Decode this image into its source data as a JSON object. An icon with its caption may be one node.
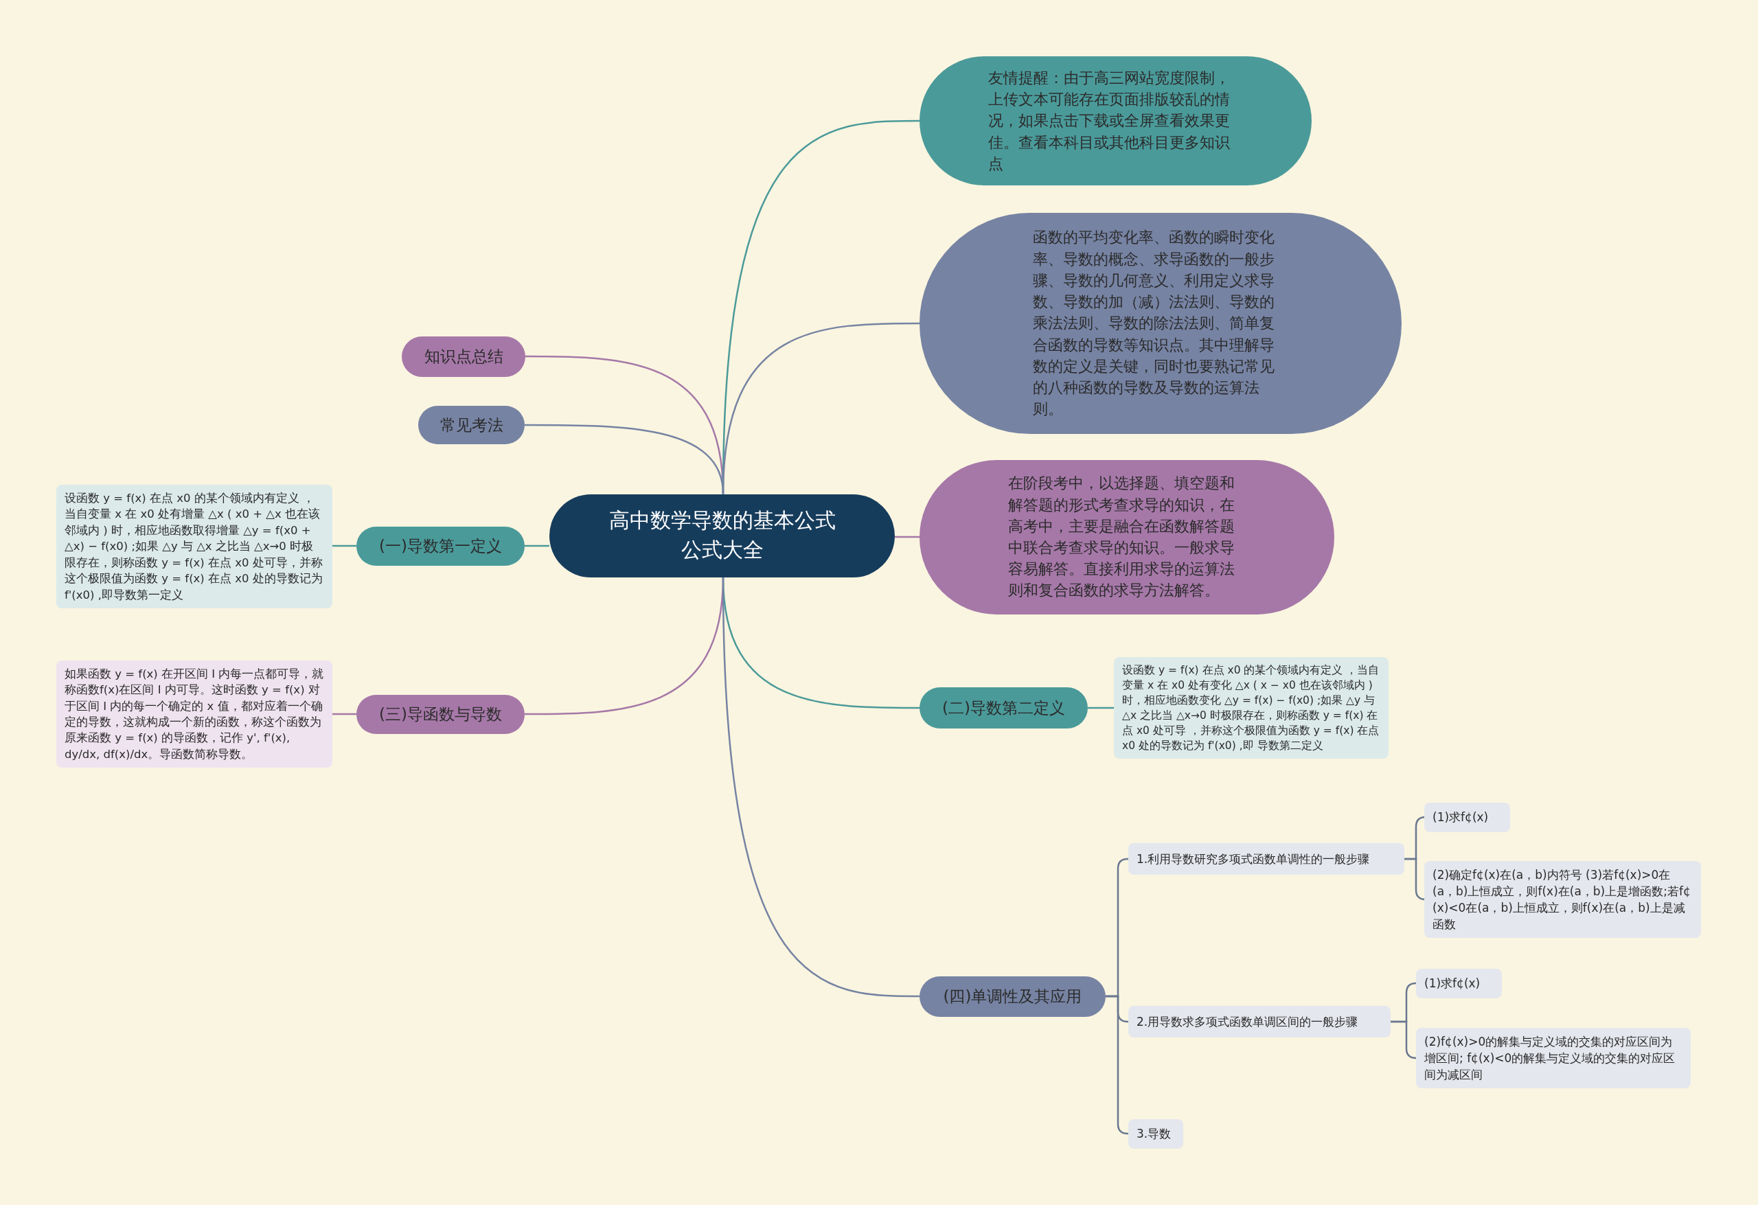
{
  "diagram": {
    "nodes": [
      {
        "text": [
          "高中数学导数的基本公式公式大全"
        ]
      },
      {
        "text": [
          "知识点总结"
        ]
      },
      {
        "text": [
          "常见考法"
        ]
      },
      {
        "text": [
          "(一)导数第一定义"
        ]
      },
      {
        "text": [
          "设函数 y = f(x) 在点 x0 的某个领域内有定义 ，当自变量 x 在 x0 处有增量 △x ( x0 + △x 也在该邻域内 ) 时，相应地函数取得增量 △y = f(x0 + △x) − f(x0) ;如果 △y 与 △x 之比当 △x→0 时极限存在，则称函数 y = f(x) 在点 x0 处可导，并称这个极限值为函数 y = f(x) 在点 x0 处的导数记为 f'(x0) ,即导数第一定义"
        ]
      },
      {
        "text": [
          "(三)导函数与导数"
        ]
      },
      {
        "text": [
          "如果函数 y = f(x) 在开区间 I 内每一点都可导，就称函数f(x)在区间 I 内可导。这时函数 y = f(x) 对于区间 I 内的每一个确定的 x 值，都对应着一个确定的导数，这就构成一个新的函数，称这个函数为原来函数 y = f(x) 的导函数，记作 y', f'(x), dy/dx, df(x)/dx。导函数简称导数。"
        ]
      },
      {
        "text": [
          "友情提醒：由于高三网站宽度限制，上传文本可能存在页面排版较乱的情况，如果点击下载或全屏查看效果更佳。查看本科目或其他科目更多知识点"
        ]
      },
      {
        "text": [
          "函数的平均变化率、函数的瞬时变化率、导数的概念、求导函数的一般步骤、导数的几何意义、利用定义求导数、导数的加（减）法法则、导数的乘法法则、导数的除法法则、简单复合函数的导数等知识点。其中理解导数的定义是关键，同时也要熟记常见的八种函数的导数及导数的运算法则。"
        ]
      },
      {
        "text": [
          "在阶段考中，以选择题、填空题和解答题的形式考查求导的知识，在高考中，主要是融合在函数解答题中联合考查求导的知识。一般求导容易解答。直接利用求导的运算法则和复合函数的求导方法解答。"
        ]
      },
      {
        "text": [
          "(二)导数第二定义"
        ]
      },
      {
        "text": [
          "设函数 y = f(x) 在点 x0 的某个领域内有定义 ，当自变量 x 在 x0 处有变化 △x ( x − x0 也在该邻域内 ) 时，相应地函数变化 △y = f(x) − f(x0) ;如果 △y 与 △x 之比当 △x→0 时极限存在，则称函数 y = f(x) 在点 x0 处可导 ，并称这个极限值为函数 y = f(x) 在点 x0 处的导数记为 f'(x0) ,即 导数第二定义"
        ]
      },
      {
        "text": [
          "(四)单调性及其应用"
        ]
      },
      {
        "text": [
          "1.利用导数研究多项式函数单调性的一般步骤"
        ]
      },
      {
        "text": [
          "(1)求f¢(x)"
        ]
      },
      {
        "text": [
          "(2)确定f¢(x)在(a，b)内符号 (3)若f¢(x)>0在(a，b)上恒成立，则f(x)在(a，b)上是增函数;若f¢(x)<0在(a，b)上恒成立，则f(x)在(a，b)上是减函数"
        ]
      },
      {
        "text": [
          "2.用导数求多项式函数单调区间的一般步骤"
        ]
      },
      {
        "text": [
          "(1)求f¢(x)"
        ]
      },
      {
        "text": [
          "(2)f¢(x)>0的解集与定义域的交集的对应区间为增区间; f¢(x)<0的解集与定义域的交集的对应区间为减区间"
        ]
      },
      {
        "text": [
          "3.导数"
        ]
      }
    ],
    "edges": [
      {
        "from": 0,
        "to": 1,
        "arrow": "none",
        "color": "#a678a8"
      },
      {
        "from": 0,
        "to": 2,
        "arrow": "none",
        "color": "#7683a3"
      },
      {
        "from": 0,
        "to": 3,
        "arrow": "none",
        "color": "#4b9a9a"
      },
      {
        "from": 3,
        "to": 4,
        "arrow": "none",
        "color": "#4b9a9a"
      },
      {
        "from": 0,
        "to": 5,
        "arrow": "none",
        "color": "#a678a8"
      },
      {
        "from": 5,
        "to": 6,
        "arrow": "none",
        "color": "#a678a8"
      },
      {
        "from": 0,
        "to": 7,
        "arrow": "none",
        "color": "#4b9a9a"
      },
      {
        "from": 0,
        "to": 8,
        "arrow": "none",
        "color": "#7683a3"
      },
      {
        "from": 0,
        "to": 9,
        "arrow": "none",
        "color": "#a678a8"
      },
      {
        "from": 0,
        "to": 10,
        "arrow": "none",
        "color": "#4b9a9a"
      },
      {
        "from": 10,
        "to": 11,
        "arrow": "none",
        "color": "#4b9a9a"
      },
      {
        "from": 0,
        "to": 12,
        "arrow": "none",
        "color": "#7683a3"
      },
      {
        "from": 12,
        "to": 13,
        "arrow": "none",
        "color": "#6a7890"
      },
      {
        "from": 13,
        "to": 14,
        "arrow": "none",
        "color": "#6a7890"
      },
      {
        "from": 13,
        "to": 15,
        "arrow": "none",
        "color": "#6a7890"
      },
      {
        "from": 12,
        "to": 16,
        "arrow": "none",
        "color": "#6a7890"
      },
      {
        "from": 16,
        "to": 17,
        "arrow": "none",
        "color": "#6a7890"
      },
      {
        "from": 16,
        "to": 18,
        "arrow": "none",
        "color": "#6a7890"
      },
      {
        "from": 12,
        "to": 19,
        "arrow": "none",
        "color": "#6a7890"
      }
    ]
  }
}
